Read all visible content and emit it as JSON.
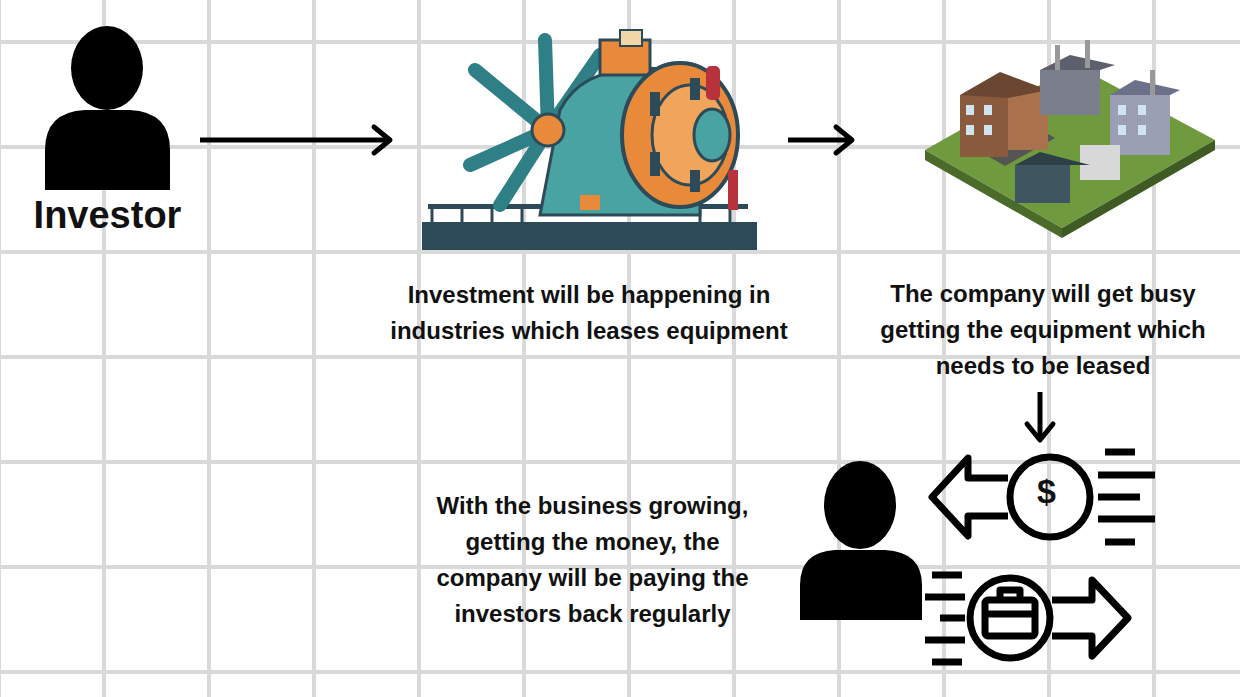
{
  "diagram": {
    "nodes": [
      {
        "text": [
          "Investor"
        ]
      },
      {
        "text": [
          "Investment will be happening in industries which leases equipment"
        ]
      },
      {
        "text": [
          "The company will get busy getting the equipment which needs to be leased"
        ]
      },
      {
        "text": [
          "With the business growing, getting the money, the company will be paying the investors back regularly"
        ]
      }
    ],
    "edges": [
      {
        "from": 0,
        "to": 1,
        "arrow": "to"
      },
      {
        "from": 1,
        "to": 2,
        "arrow": "to"
      },
      {
        "from": 2,
        "to": 3,
        "arrow": "to"
      }
    ],
    "labels": [
      "$"
    ]
  }
}
